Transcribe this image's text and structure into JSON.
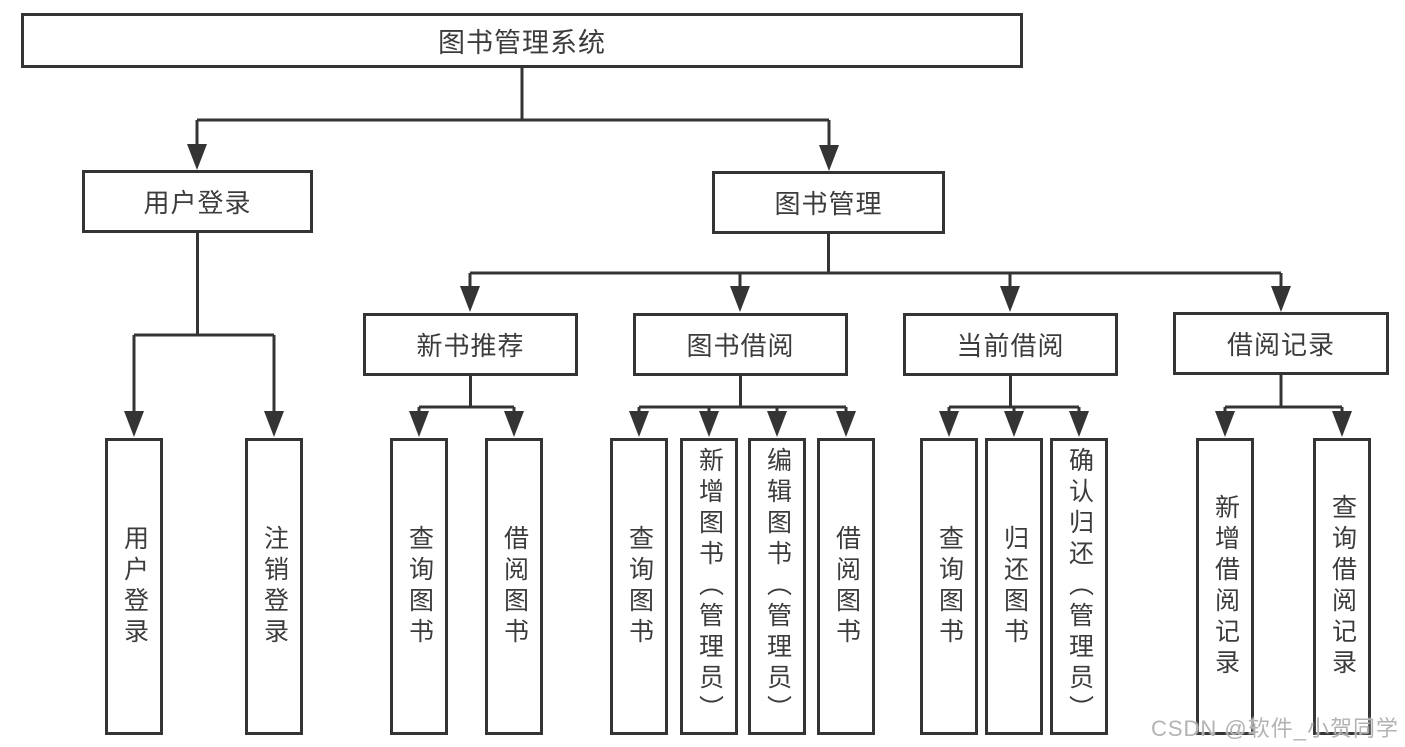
{
  "colors": {
    "line": "#343434",
    "text": "#3c3c3c",
    "watermark": "#b3b3b3",
    "background": "#ffffff"
  },
  "watermark": {
    "text": "CSDN @软件_小贺同学"
  },
  "tree": {
    "root": {
      "label": "图书管理系统"
    },
    "branches": [
      {
        "label": "用户登录",
        "children": [
          {
            "label": "用户登录"
          },
          {
            "label": "注销登录"
          }
        ]
      },
      {
        "label": "图书管理",
        "children": [
          {
            "label": "新书推荐",
            "children": [
              {
                "label": "查询图书"
              },
              {
                "label": "借阅图书"
              }
            ]
          },
          {
            "label": "图书借阅",
            "children": [
              {
                "label": "查询图书"
              },
              {
                "label": "新增图书（管理员）"
              },
              {
                "label": "编辑图书（管理员）"
              },
              {
                "label": "借阅图书"
              }
            ]
          },
          {
            "label": "当前借阅",
            "children": [
              {
                "label": "查询图书"
              },
              {
                "label": "归还图书"
              },
              {
                "label": "确认归还（管理员）"
              }
            ]
          },
          {
            "label": "借阅记录",
            "children": [
              {
                "label": "新增借阅记录"
              },
              {
                "label": "查询借阅记录"
              }
            ]
          }
        ]
      }
    ]
  }
}
